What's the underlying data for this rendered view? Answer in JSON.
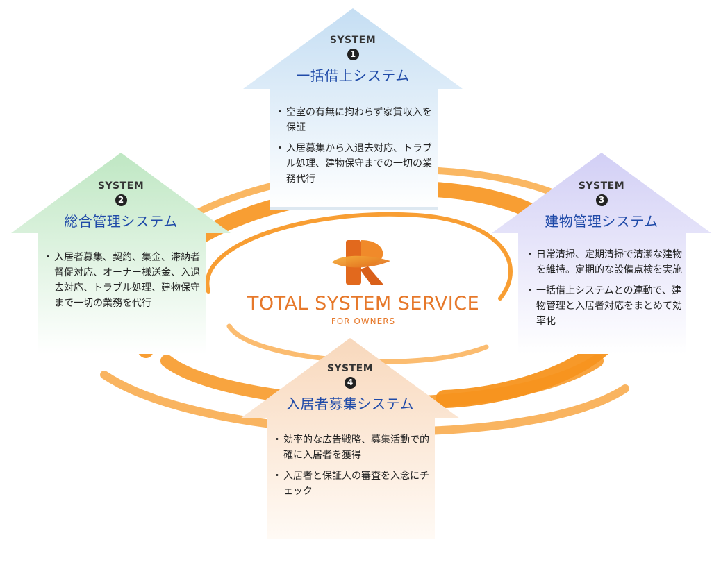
{
  "center": {
    "title": "TOTAL SYSTEM SERVICE",
    "subtitle": "FOR OWNERS",
    "logo_icon": "stylized-r-logo-icon"
  },
  "colors": {
    "ring_orange": "#f7941d",
    "title_blue": "#1f4aa8",
    "center_orange": "#e6782a"
  },
  "systems": [
    {
      "label": "SYSTEM",
      "number": "1",
      "title": "一括借上システム",
      "color": "#c9e2f5",
      "items": [
        "空室の有無に拘わらず家賃収入を保証",
        "入居募集から入退去対応、トラブル処理、建物保守までの一切の業務代行"
      ]
    },
    {
      "label": "SYSTEM",
      "number": "2",
      "title": "総合管理システム",
      "color": "#c7ecc9",
      "items": [
        "入居者募集、契約、集金、滞納者督促対応、オーナー様送金、入退去対応、トラブル処理、建物保守まで一切の業務を代行"
      ]
    },
    {
      "label": "SYSTEM",
      "number": "3",
      "title": "建物管理システム",
      "color": "#d6d3f5",
      "items": [
        "日常清掃、定期清掃で清潔な建物を維持。定期的な設備点検を実施",
        "一括借上システムとの連動で、建物管理と入居者対応をまとめて効率化"
      ]
    },
    {
      "label": "SYSTEM",
      "number": "4",
      "title": "入居者募集システム",
      "color": "#f9dcc3",
      "items": [
        "効率的な広告戦略、募集活動で的確に入居者を獲得",
        "入居者と保証人の審査を入念にチェック"
      ]
    }
  ]
}
